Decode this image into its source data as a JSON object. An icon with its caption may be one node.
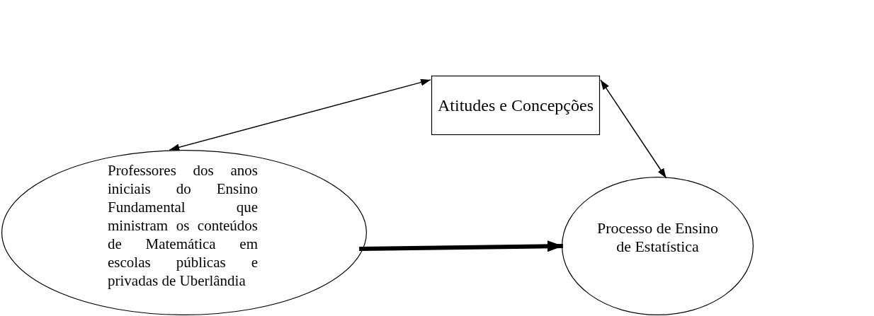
{
  "diagram": {
    "nodes": [
      {
        "text": [
          "Atitudes e Concepções"
        ]
      },
      {
        "text": [
          "Professores dos anos iniciais do Ensino Fundamental que ministram os conteúdos de Matemática em escolas públicas e privadas de Uberlândia"
        ]
      },
      {
        "text": [
          "Processo de Ensino de Estatística"
        ]
      }
    ],
    "edges": [
      {
        "from": 1,
        "to": 0,
        "arrow": "both"
      },
      {
        "from": 0,
        "to": 2,
        "arrow": "both"
      },
      {
        "from": 1,
        "to": 2,
        "arrow": "to",
        "style": "thick"
      }
    ]
  }
}
